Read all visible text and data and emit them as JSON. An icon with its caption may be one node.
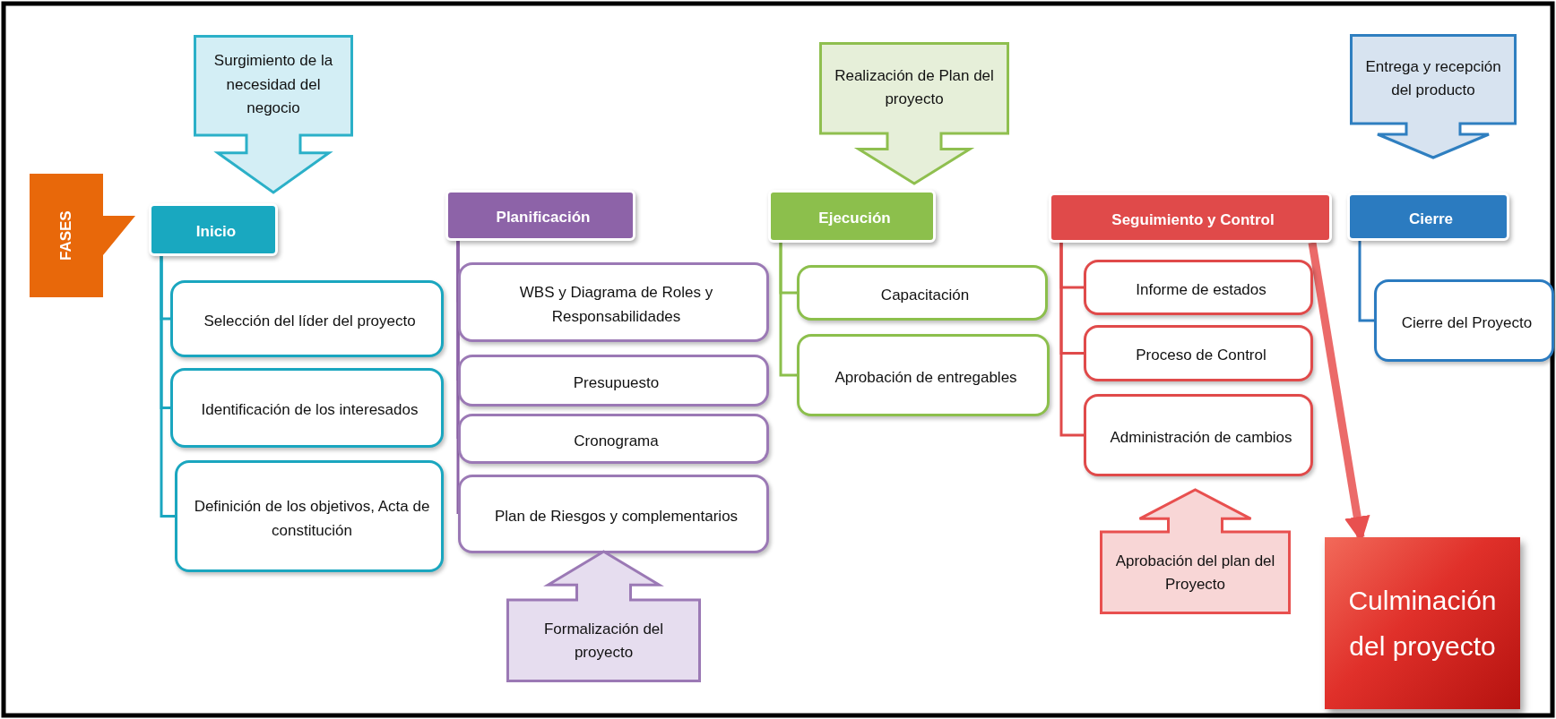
{
  "diagram": {
    "nodes": [
      {
        "text": [
          "FASES"
        ]
      },
      {
        "text": [
          "Surgimiento de la necesidad del negocio"
        ]
      },
      {
        "text": [
          "Inicio"
        ]
      },
      {
        "text": [
          "Selección del líder del proyecto"
        ]
      },
      {
        "text": [
          "Identificación de los interesados"
        ]
      },
      {
        "text": [
          "Definición de los objetivos, Acta de constitución"
        ]
      },
      {
        "text": [
          "Planificación"
        ]
      },
      {
        "text": [
          "WBS y Diagrama de Roles y Responsabilidades"
        ]
      },
      {
        "text": [
          "Presupuesto"
        ]
      },
      {
        "text": [
          "Cronograma"
        ]
      },
      {
        "text": [
          "Plan de Riesgos y complementarios"
        ]
      },
      {
        "text": [
          "Formalización del proyecto"
        ]
      },
      {
        "text": [
          "Realización de Plan del proyecto"
        ]
      },
      {
        "text": [
          "Ejecución"
        ]
      },
      {
        "text": [
          "Capacitación"
        ]
      },
      {
        "text": [
          "Aprobación de entregables"
        ]
      },
      {
        "text": [
          "Seguimiento y Control"
        ]
      },
      {
        "text": [
          "Informe de estados"
        ]
      },
      {
        "text": [
          "Proceso de Control"
        ]
      },
      {
        "text": [
          "Administración de cambios"
        ]
      },
      {
        "text": [
          "Aprobación del plan del Proyecto"
        ]
      },
      {
        "text": [
          "Entrega y recepción del producto"
        ]
      },
      {
        "text": [
          "Cierre"
        ]
      },
      {
        "text": [
          "Cierre del Proyecto"
        ]
      },
      {
        "text": [
          "Culminación del proyecto"
        ]
      }
    ],
    "edges": [
      {
        "from": 2,
        "to": 3,
        "arrow": "none",
        "color": "#1aa6bf"
      },
      {
        "from": 2,
        "to": 4,
        "arrow": "none",
        "color": "#1aa6bf"
      },
      {
        "from": 2,
        "to": 5,
        "arrow": "none",
        "color": "#1aa6bf"
      },
      {
        "from": 6,
        "to": 7,
        "arrow": "none",
        "color": "#8d63a8"
      },
      {
        "from": 6,
        "to": 8,
        "arrow": "none",
        "color": "#8d63a8"
      },
      {
        "from": 6,
        "to": 9,
        "arrow": "none",
        "color": "#8d63a8"
      },
      {
        "from": 6,
        "to": 10,
        "arrow": "none",
        "color": "#8d63a8"
      },
      {
        "from": 13,
        "to": 14,
        "arrow": "none",
        "color": "#8cbf4c"
      },
      {
        "from": 13,
        "to": 15,
        "arrow": "none",
        "color": "#8cbf4c"
      },
      {
        "from": 16,
        "to": 17,
        "arrow": "none",
        "color": "#e04a4a"
      },
      {
        "from": 16,
        "to": 18,
        "arrow": "none",
        "color": "#e04a4a"
      },
      {
        "from": 16,
        "to": 19,
        "arrow": "none",
        "color": "#e04a4a"
      },
      {
        "from": 22,
        "to": 23,
        "arrow": "none",
        "color": "#2b7bc0"
      },
      {
        "from": 16,
        "to": 24,
        "arrow": "to",
        "style": "thick",
        "color": "#e8504f"
      }
    ]
  }
}
